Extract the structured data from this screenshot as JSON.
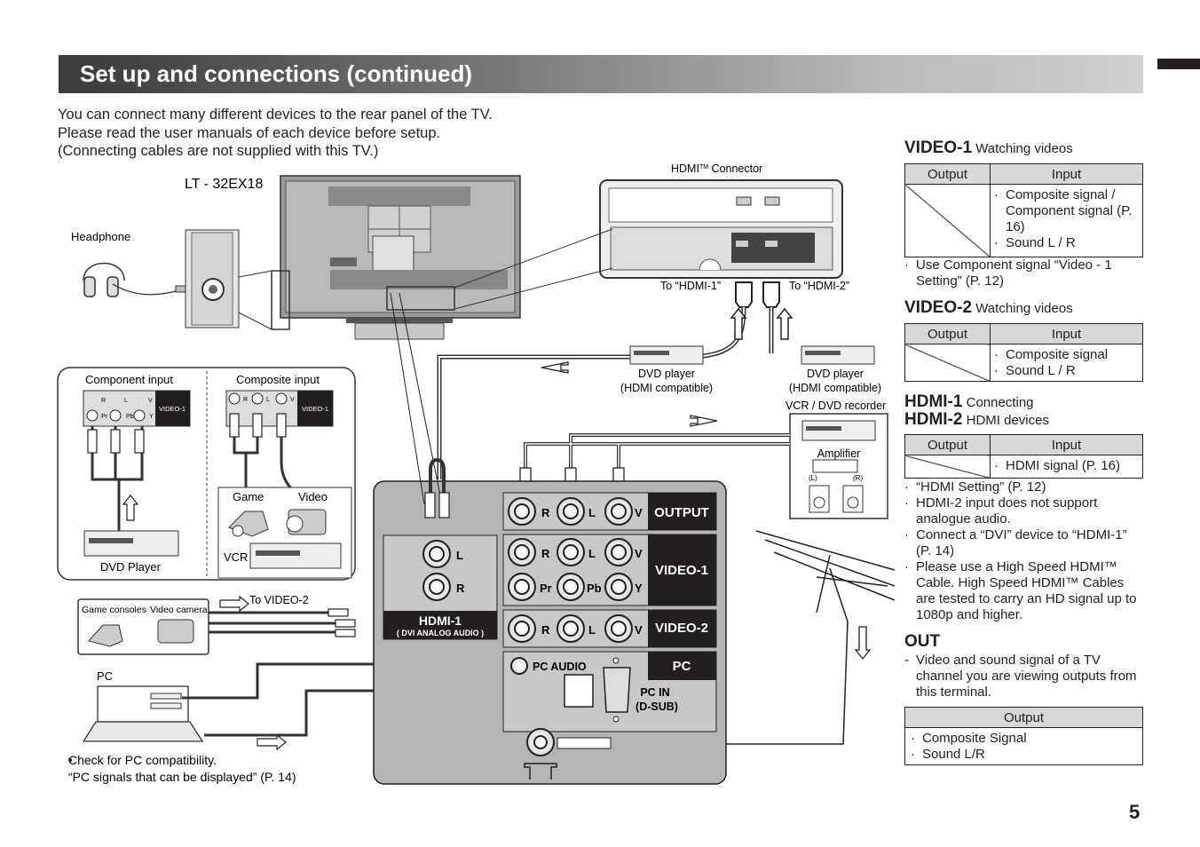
{
  "header": {
    "title": "Set up and connections (continued)"
  },
  "intro": [
    "You can connect many different devices to the rear panel of the TV.",
    "Please read the user manuals of each device before setup.",
    "(Connecting cables are not supplied with this TV.)"
  ],
  "diagram": {
    "model": "LT - 32EX18",
    "headphone": "Headphone",
    "hdmi_connector_prefix": "HDMI",
    "hdmi_connector_tm": "TM",
    "hdmi_connector_suffix": " Connector",
    "to_hdmi1": "To “HDMI-1”",
    "to_hdmi2": "To “HDMI-2”",
    "dvd_hdmi_1": "DVD player",
    "dvd_hdmi_1b": "(HDMI compatible)",
    "dvd_hdmi_2": "DVD player",
    "dvd_hdmi_2b": "(HDMI compatible)",
    "vcr_dvd_recorder": "VCR / DVD recorder",
    "amplifier": "Amplifier",
    "amp_l": "(L)",
    "amp_r": "(R)",
    "component_input": "Component input",
    "composite_input": "Composite input",
    "game": "Game",
    "video": "Video",
    "vcr": "VCR",
    "dvd_player": "DVD Player",
    "game_consoles": "Game consoles",
    "video_camera": "Video camera",
    "to_video2": "To VIDEO-2",
    "pc": "PC",
    "pc_note_1": "Check for PC compatibility.",
    "pc_note_2": "“PC signals that can be displayed” (P. 14)",
    "panel_video1_tag": "VIDEO-1",
    "jack_r": "R",
    "jack_l": "L",
    "jack_v": "V",
    "jack_y": "Y",
    "jack_pr": "Pr",
    "jack_pb": "Pb",
    "terminal": {
      "output": "OUTPUT",
      "video1": "VIDEO-1",
      "video2": "VIDEO-2",
      "hdmi1": "HDMI-1",
      "hdmi1_sub": "( DVI ANALOG AUDIO )",
      "pc": "PC",
      "pc_audio": "PC AUDIO",
      "pc_in": "PC IN",
      "dsub": "(D-SUB)",
      "r": "R",
      "l": "L",
      "v": "V",
      "pr": "Pr",
      "pb": "Pb",
      "y": "Y"
    }
  },
  "sidebar": {
    "video1": {
      "title": "VIDEO-1",
      "subtitle": "Watching videos",
      "output_h": "Output",
      "input_h": "Input",
      "inputs": [
        "Composite signal / Component signal (P. 16)",
        "Sound L / R"
      ],
      "notes": [
        "Use Component signal “Video - 1 Setting” (P. 12)"
      ]
    },
    "video2": {
      "title": "VIDEO-2",
      "subtitle": "Watching videos",
      "output_h": "Output",
      "input_h": "Input",
      "inputs": [
        "Composite signal",
        "Sound L / R"
      ]
    },
    "hdmi": {
      "title1": "HDMI-1",
      "subtitle1": "Connecting",
      "title2": "HDMI-2",
      "subtitle2": "HDMI devices",
      "output_h": "Output",
      "input_h": "Input",
      "inputs": [
        "HDMI signal (P. 16)"
      ],
      "notes": [
        "“HDMI Setting” (P. 12)",
        "HDMI-2 input does not support analogue audio.",
        "Connect a “DVI” device to “HDMI-1” (P. 14)",
        "Please use a High Speed HDMI™ Cable. High Speed HDMI™ Cables are tested to carry an HD signal up to 1080p and higher."
      ]
    },
    "out": {
      "title": "OUT",
      "desc": "Video and sound signal of a TV channel you are viewing outputs from this terminal.",
      "output_h": "Output",
      "outputs": [
        "Composite Signal",
        "Sound L/R"
      ]
    }
  },
  "page_number": "5"
}
